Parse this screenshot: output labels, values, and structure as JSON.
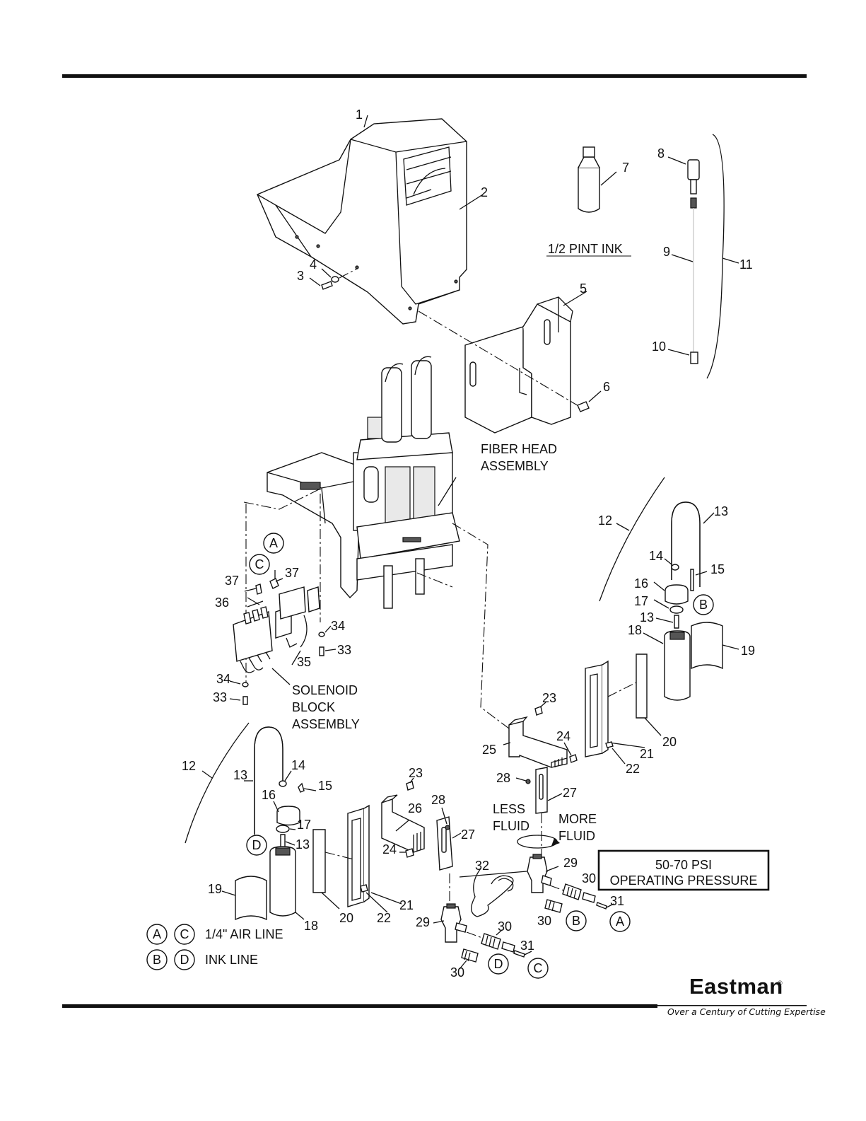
{
  "parts": [
    {
      "n": "1"
    },
    {
      "n": "2"
    },
    {
      "n": "3"
    },
    {
      "n": "4"
    },
    {
      "n": "5"
    },
    {
      "n": "6"
    },
    {
      "n": "7"
    },
    {
      "n": "8"
    },
    {
      "n": "9"
    },
    {
      "n": "10"
    },
    {
      "n": "11"
    },
    {
      "n": "12"
    },
    {
      "n": "13"
    },
    {
      "n": "14"
    },
    {
      "n": "15"
    },
    {
      "n": "16"
    },
    {
      "n": "17"
    },
    {
      "n": "18"
    },
    {
      "n": "19"
    },
    {
      "n": "20"
    },
    {
      "n": "21"
    },
    {
      "n": "22"
    },
    {
      "n": "23"
    },
    {
      "n": "24"
    },
    {
      "n": "25"
    },
    {
      "n": "26"
    },
    {
      "n": "27"
    },
    {
      "n": "28"
    },
    {
      "n": "29"
    },
    {
      "n": "30"
    },
    {
      "n": "31"
    },
    {
      "n": "32"
    },
    {
      "n": "33"
    },
    {
      "n": "34"
    },
    {
      "n": "35"
    },
    {
      "n": "36"
    },
    {
      "n": "37"
    }
  ],
  "labels": {
    "ink_bottle": "1/2 PINT INK",
    "fiber_head_line1": "FIBER HEAD",
    "fiber_head_line2": "ASSEMBLY",
    "solenoid_line1": "SOLENOID",
    "solenoid_line2": "BLOCK",
    "solenoid_line3": "ASSEMBLY",
    "less_fluid_line1": "LESS",
    "less_fluid_line2": "FLUID",
    "more_fluid_line1": "MORE",
    "more_fluid_line2": "FLUID"
  },
  "pressure_box": {
    "line1": "50-70 PSI",
    "line2": "OPERATING PRESSURE"
  },
  "callouts": {
    "a": "A",
    "b": "B",
    "c": "C",
    "d": "D"
  },
  "legend": {
    "air_line": "1/4\" AIR LINE",
    "ink_line": "INK LINE"
  },
  "brand": {
    "name": "Eastman",
    "registered": "®",
    "tagline": "Over a Century of Cutting Expertise"
  }
}
